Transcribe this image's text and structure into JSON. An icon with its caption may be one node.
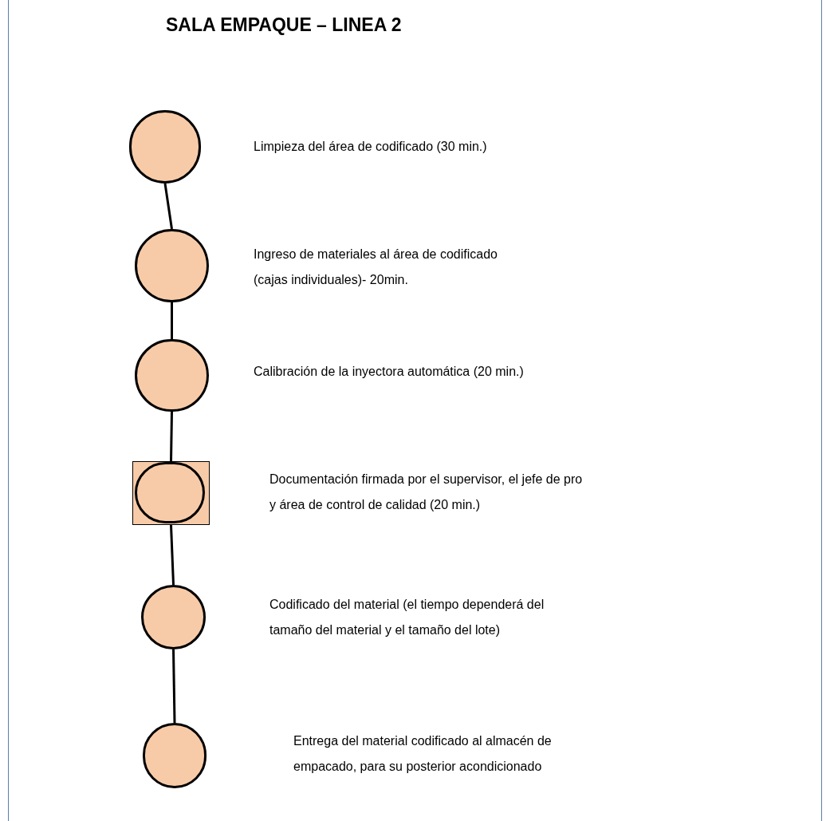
{
  "diagram": {
    "title": "SALA EMPAQUE – LINEA 2",
    "nodes": [
      {
        "text": [],
        "shape": "circle"
      },
      {
        "text": [],
        "shape": "circle"
      },
      {
        "text": [],
        "shape": "circle"
      },
      {
        "text": [],
        "shape": "box"
      },
      {
        "text": [],
        "shape": "circle",
        "in": 3
      },
      {
        "text": [],
        "shape": "circle"
      },
      {
        "text": [],
        "shape": "circle"
      }
    ],
    "edges": [
      {
        "from": 0,
        "to": 1,
        "arrow": "none"
      },
      {
        "from": 1,
        "to": 2,
        "arrow": "none"
      },
      {
        "from": 2,
        "to": 3,
        "arrow": "none"
      },
      {
        "from": 3,
        "to": 5,
        "arrow": "none"
      },
      {
        "from": 5,
        "to": 6,
        "arrow": "none"
      }
    ],
    "labels": [
      "Limpieza del área de codificado (30 min.)",
      "Ingreso de materiales al área de codificado (cajas individuales)- 20min.",
      "Calibración de la inyectora automática (20 min.)",
      "Documentación firmada por el supervisor, el jefe de pro y área de control de calidad (20 min.)",
      "Codificado del material (el tiempo dependerá del tamaño del material y el tamaño del lote)",
      "Entrega del material codificado al almacén de empacado, para su posterior acondicionado"
    ]
  }
}
